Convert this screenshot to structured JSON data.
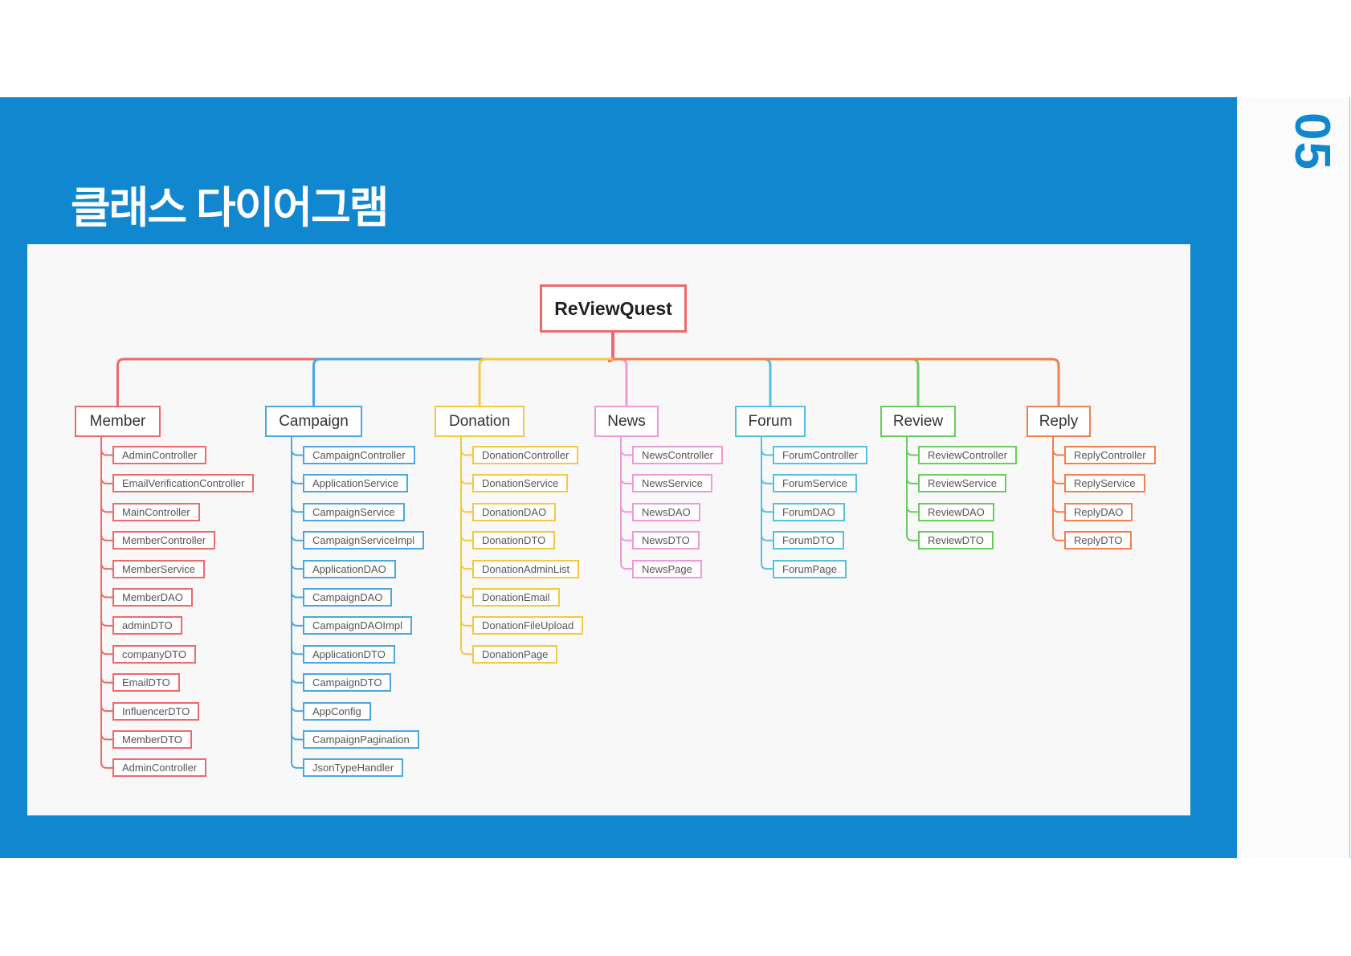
{
  "slide": {
    "title": "클래스 다이어그램",
    "page_number": "05"
  },
  "diagram": {
    "root": {
      "label": "ReViewQuest",
      "color": "#ec6a6a"
    },
    "categories": [
      {
        "label": "Member",
        "color": "#ec6a6a",
        "items": [
          "AdminController",
          "EmailVerificationController",
          "MainController",
          "MemberController",
          "MemberService",
          "MemberDAO",
          "adminDTO",
          "companyDTO",
          "EmailDTO",
          "InfluencerDTO",
          "MemberDTO",
          "AdminController"
        ]
      },
      {
        "label": "Campaign",
        "color": "#4aa8e0",
        "items": [
          "CampaignController",
          "ApplicationService",
          "CampaignService",
          "CampaignServiceImpl",
          "ApplicationDAO",
          "CampaignDAO",
          "CampaignDAOImpl",
          "ApplicationDTO",
          "CampaignDTO",
          "AppConfig",
          "CampaignPagination",
          "JsonTypeHandler"
        ]
      },
      {
        "label": "Donation",
        "color": "#f5c842",
        "items": [
          "DonationController",
          "DonationService",
          "DonationDAO",
          "DonationDTO",
          "DonationAdminList",
          "DonationEmail",
          "DonationFileUpload",
          "DonationPage"
        ]
      },
      {
        "label": "News",
        "color": "#ee9ad8",
        "items": [
          "NewsController",
          "NewsService",
          "NewsDAO",
          "NewsDTO",
          "NewsPage"
        ]
      },
      {
        "label": "Forum",
        "color": "#55c0e0",
        "items": [
          "ForumController",
          "ForumService",
          "ForumDAO",
          "ForumDTO",
          "ForumPage"
        ]
      },
      {
        "label": "Review",
        "color": "#6acb5e",
        "items": [
          "ReviewController",
          "ReviewService",
          "ReviewDAO",
          "ReviewDTO"
        ]
      },
      {
        "label": "Reply",
        "color": "#f0804e",
        "items": [
          "ReplyController",
          "ReplyService",
          "ReplyDAO",
          "ReplyDTO"
        ]
      }
    ]
  }
}
